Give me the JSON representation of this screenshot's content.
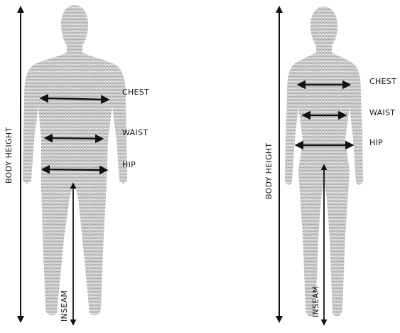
{
  "figures": [
    {
      "id": "male",
      "labels": {
        "chest": "CHEST",
        "waist": "WAIST",
        "hip": "HIP",
        "body_height": "BODY HEIGHT",
        "inseam": "INSEAM"
      }
    },
    {
      "id": "female",
      "labels": {
        "chest": "CHEST",
        "waist": "WAIST",
        "hip": "HIP",
        "body_height": "BODY HEIGHT",
        "inseam": "INSEAM"
      }
    }
  ],
  "colors": {
    "hatch": "#9a9a9a",
    "arrow": "#111111",
    "background": "#ffffff"
  }
}
